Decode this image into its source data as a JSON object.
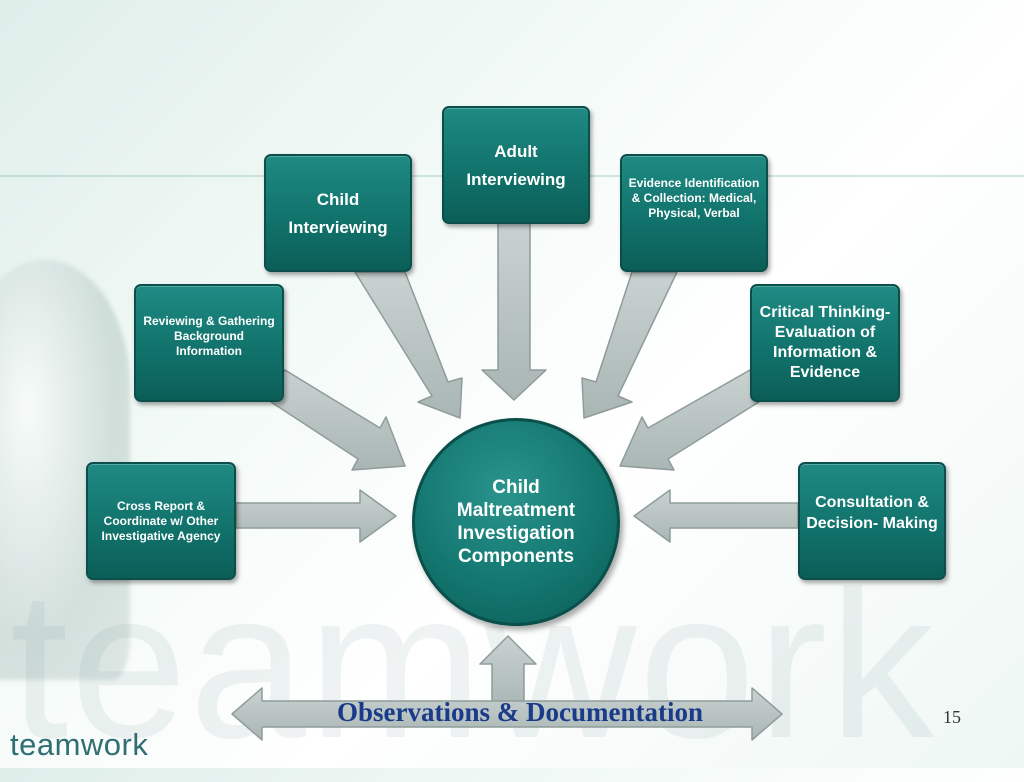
{
  "diagram": {
    "center": {
      "label": "Child Maltreatment Investigation Components"
    },
    "components": [
      {
        "id": "cross-report",
        "label": "Cross Report & Coordinate w/ Other Investigative Agency"
      },
      {
        "id": "reviewing",
        "label": "Reviewing & Gathering Background Information"
      },
      {
        "id": "child-interviewing",
        "label": "Child Interviewing"
      },
      {
        "id": "adult-interviewing",
        "label": "Adult Interviewing"
      },
      {
        "id": "evidence",
        "label": "Evidence Identification & Collection: Medical, Physical, Verbal"
      },
      {
        "id": "critical-thinking",
        "label": "Critical Thinking- Evaluation of Information & Evidence"
      },
      {
        "id": "consultation",
        "label": "Consultation & Decision- Making"
      }
    ],
    "bottom_bar": {
      "label": "Observations & Documentation"
    }
  },
  "footer": {
    "page_number": "15",
    "logo_text": "teamwork",
    "watermark_text": "teamwork"
  },
  "colors": {
    "box_fill": "#137770",
    "box_border": "#0a4f4a",
    "arrow_fill": "#b6c2c0",
    "arrow_stroke": "#8f9c9a",
    "bottom_text": "#1a3a8a"
  }
}
